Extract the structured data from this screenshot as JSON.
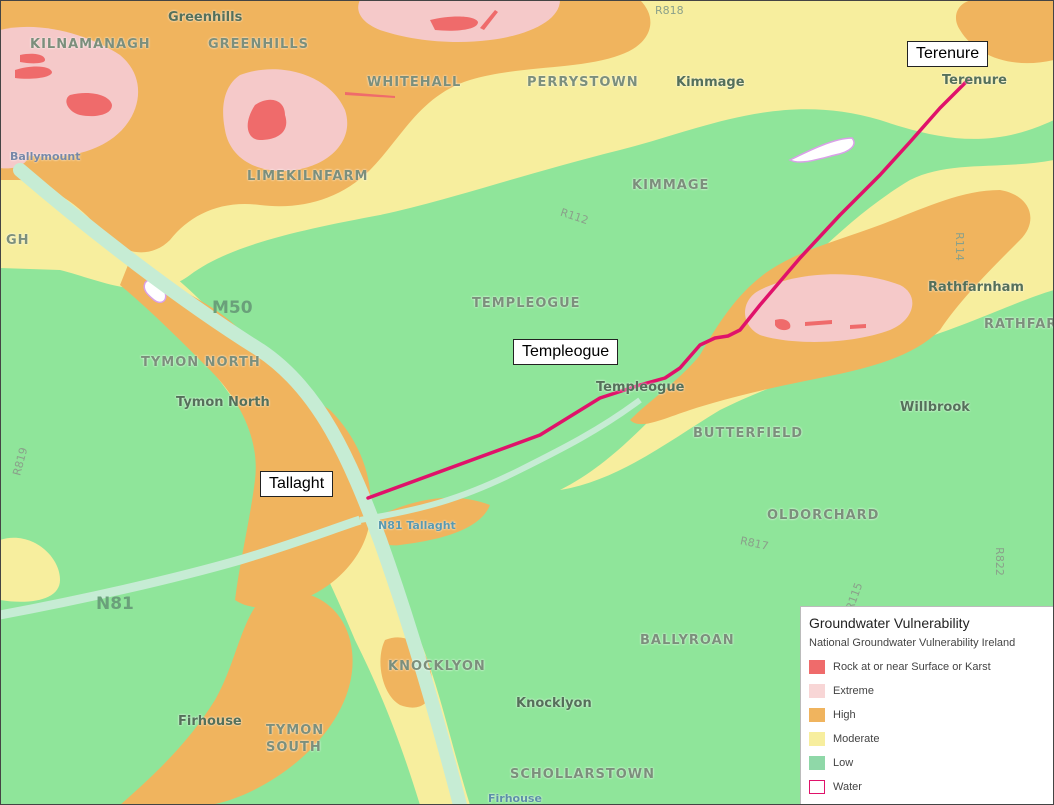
{
  "map": {
    "colors": {
      "rock": "#ef6b6b",
      "extreme": "#f5c9c9",
      "high": "#f0b45e",
      "moderate": "#f7ee9e",
      "low": "#8fe59a",
      "water": "#ffffff",
      "route": "#e0126a",
      "motorway": "#b8e8c8"
    },
    "places": {
      "greenhills_top": "Greenhills",
      "kilnamanagh": "KILNAMANAGH",
      "greenhills": "GREENHILLS",
      "whitehall": "WHITEHALL",
      "perrystown": "PERRYSTOWN",
      "kimmage_town": "Kimmage",
      "terenure_town": "Terenure",
      "ballymount": "Ballymount",
      "limekilnfarm": "LIMEKILNFARM",
      "kimmage": "KIMMAGE",
      "gh": "GH",
      "rathfarnham_town": "Rathfarnham",
      "rathfar": "RATHFAR",
      "templeogue": "TEMPLEOGUE",
      "tymon_north": "TYMON NORTH",
      "tymon_north_town": "Tymon North",
      "templeogue_town": "Templeogue",
      "willbrook": "Willbrook",
      "butterfield": "BUTTERFIELD",
      "oldorchard": "OLDORCHARD",
      "ballyroan": "BALLYROAN",
      "knocklyon": "KNOCKLYON",
      "knocklyon_town": "Knocklyon",
      "firhouse_town": "Firhouse",
      "tymon_south": "TYMON\nSOUTH",
      "schollarstown": "SCHOLLARSTOWN",
      "firhouse_bottom": "Firhouse",
      "tallaght_road": "N81 Tallaght"
    },
    "roads": {
      "r818": "R818",
      "r112": "R112",
      "r114": "R114",
      "r819": "R819",
      "r817": "R817",
      "r822": "R822",
      "r115": "R115",
      "m50": "M50",
      "n81": "N81"
    },
    "callouts": {
      "terenure": "Terenure",
      "templeogue": "Templeogue",
      "tallaght": "Tallaght"
    }
  },
  "legend": {
    "title": "Groundwater Vulnerability",
    "subtitle": "National Groundwater Vulnerability Ireland",
    "items": [
      {
        "label": "Rock at or near Surface or Karst",
        "color": "#ef6b6b"
      },
      {
        "label": "Extreme",
        "color": "#f8d6d6"
      },
      {
        "label": "High",
        "color": "#f0b45e"
      },
      {
        "label": "Moderate",
        "color": "#f7ee9e"
      },
      {
        "label": "Low",
        "color": "#8fd8a8"
      },
      {
        "label": "Water",
        "color": "#ffffff"
      }
    ]
  }
}
